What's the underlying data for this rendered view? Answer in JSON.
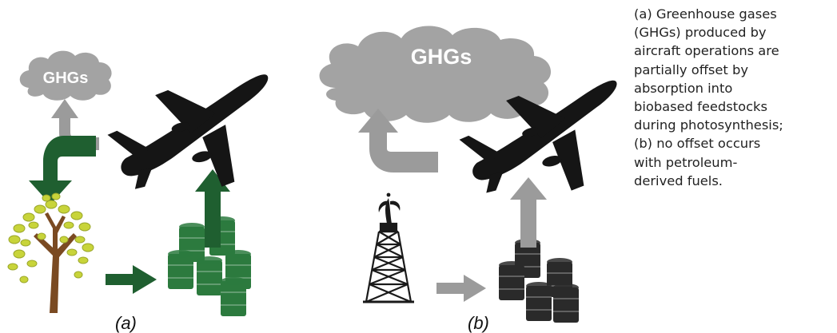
{
  "panel_a": {
    "cloud_label": "GHGs",
    "panel_label": "(a)"
  },
  "panel_b": {
    "cloud_label": "GHGs",
    "panel_label": "(b)"
  },
  "caption": {
    "lines": [
      "(a) Greenhouse gases",
      "(GHGs) produced by",
      "aircraft operations are",
      "partially offset by",
      "absorption into",
      "biobased feedstocks",
      "during photosynthesis;",
      "(b) no offset occurs",
      "with petroleum-",
      "derived fuels."
    ]
  },
  "colors": {
    "cloud": "#a3a3a3",
    "gray_arrow": "#9b9b9b",
    "green_arrow": "#1f5f30",
    "barrel_green": "#2c7a3e",
    "barrel_black": "#2a2a2a",
    "aircraft": "#151515",
    "trunk": "#7a4a22",
    "leaves": "#c8d43a"
  }
}
